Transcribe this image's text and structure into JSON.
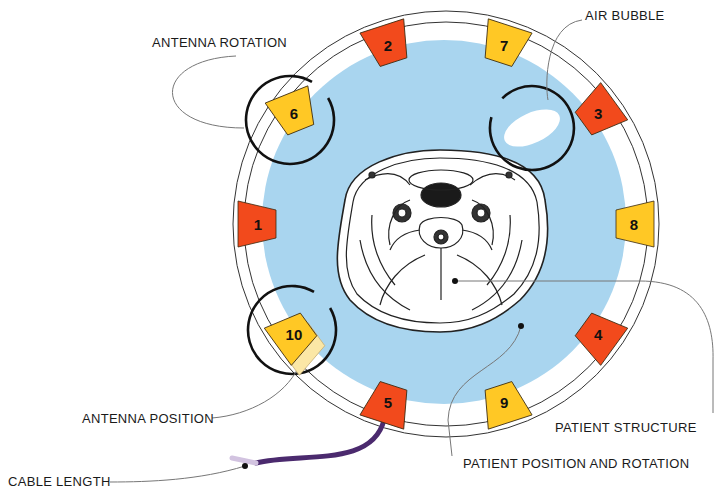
{
  "diagram": {
    "nodes": [
      {
        "text": [
          "2"
        ]
      },
      {
        "text": [
          "7"
        ]
      },
      {
        "text": [
          "6"
        ]
      },
      {
        "text": [
          "3"
        ]
      },
      {
        "text": [
          "1"
        ]
      },
      {
        "text": [
          "8"
        ]
      },
      {
        "text": [
          "10"
        ]
      },
      {
        "text": [
          "4"
        ]
      },
      {
        "text": [
          "5"
        ]
      },
      {
        "text": [
          "9"
        ]
      }
    ],
    "labels": [
      "ANTENNA ROTATION",
      "AIR BUBBLE",
      "ANTENNA POSITION",
      "PATIENT STRUCTURE",
      "CABLE LENGTH",
      "PATIENT POSITION AND ROTATION"
    ]
  }
}
